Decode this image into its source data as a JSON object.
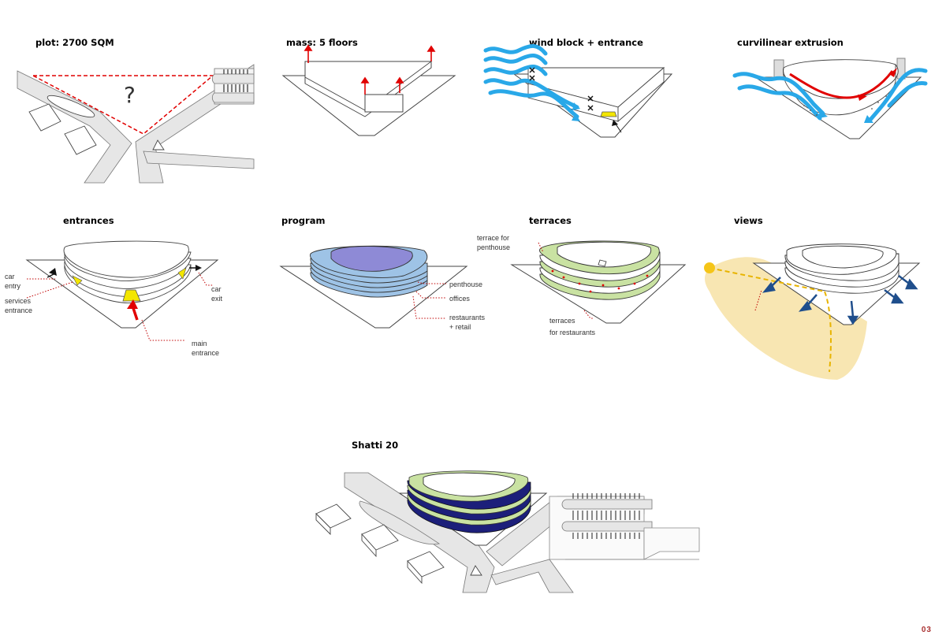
{
  "panels": {
    "plot": {
      "title": "plot: 2700 SQM",
      "mark": "?"
    },
    "mass": {
      "title": "mass: 5 floors"
    },
    "wind": {
      "title": "wind block + entrance"
    },
    "curvilinear": {
      "title": "curvilinear extrusion"
    },
    "entrances": {
      "title": "entrances",
      "car_entry_1": "car",
      "car_entry_2": "entry",
      "services_1": "services",
      "services_2": "entrance",
      "car_exit_1": "car",
      "car_exit_2": "exit",
      "main_1": "main",
      "main_2": "entrance"
    },
    "program": {
      "title": "program",
      "penthouse": "penthouse",
      "offices": "offices",
      "retail_1": "restaurants",
      "retail_2": "+ retail"
    },
    "terraces": {
      "title": "terraces",
      "penthouse_1": "terrace for",
      "penthouse_2": "penthouse",
      "restaurants_1": "terraces",
      "restaurants_2": "for restaurants"
    },
    "views": {
      "title": "views"
    },
    "final": {
      "title": "Shatti 20"
    }
  },
  "page_number": "03",
  "colors": {
    "wind": "#29a8e8",
    "red_arrow": "#e10000",
    "entrance_fill": "#f3e600",
    "sun": "#f5c518",
    "sun_field": "#f8e6b2",
    "view_arrow": "#1f4e8c",
    "penthouse": "#8e8ad6",
    "offices": "#9ec3e6",
    "terrace_green": "#c9e2a2",
    "facade_navy": "#1c1f7a"
  }
}
